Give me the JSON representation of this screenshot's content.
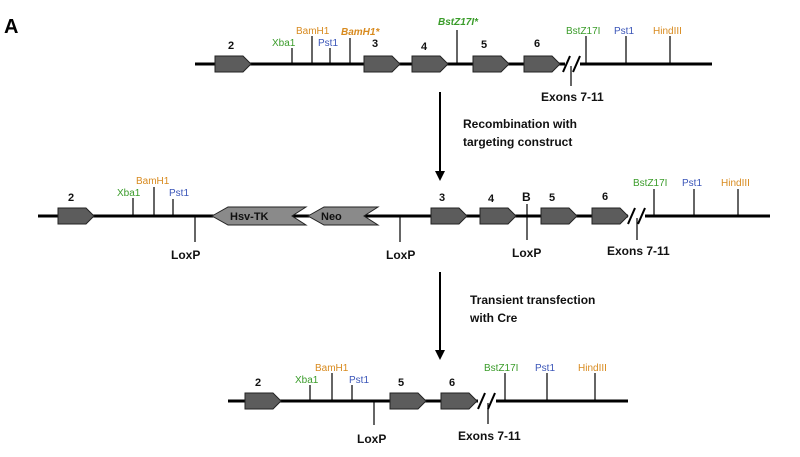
{
  "panel_label": "A",
  "colors": {
    "xba1": "#3a9c2a",
    "bamh1": "#d88a1e",
    "pst1": "#3a55b8",
    "bstz17i": "#3a9c2a",
    "hindiii": "#d88a1e",
    "exon_fill": "#5c5c5c",
    "cassette_fill": "#8a8a8a"
  },
  "step1": {
    "line1": "Recombination with",
    "line2": "targeting construct"
  },
  "step2": {
    "line1": "Transient transfection",
    "line2": "with Cre"
  },
  "row1": {
    "exons": [
      "2",
      "3",
      "4",
      "5",
      "6"
    ],
    "sites": {
      "xba1": "Xba1",
      "bamh1": "BamH1",
      "pst1": "Pst1",
      "bamh1_star": "BamH1*",
      "bstz17i_star": "BstZ17I*",
      "bstz17i": "BstZ17I",
      "pst1_b": "Pst1",
      "hindiii": "HindIII"
    },
    "exons_label": "Exons 7-11"
  },
  "row2": {
    "exons": [
      "2",
      "3",
      "4",
      "5",
      "6"
    ],
    "sites": {
      "xba1": "Xba1",
      "bamh1": "BamH1",
      "pst1": "Pst1",
      "bstz17i": "BstZ17I",
      "pst1_b": "Pst1",
      "hindiii": "HindIII"
    },
    "b_label": "B",
    "hsv_tk": "Hsv-TK",
    "neo": "Neo",
    "loxp_1": "LoxP",
    "loxp_2": "LoxP",
    "loxp_3": "LoxP",
    "exons_label": "Exons 7-11"
  },
  "row3": {
    "exons": [
      "2",
      "5",
      "6"
    ],
    "sites": {
      "xba1": "Xba1",
      "bamh1": "BamH1",
      "pst1": "Pst1",
      "bstz17i": "BstZ17I",
      "pst1_b": "Pst1",
      "hindiii": "HindIII"
    },
    "loxp": "LoxP",
    "exons_label": "Exons 7-11"
  }
}
